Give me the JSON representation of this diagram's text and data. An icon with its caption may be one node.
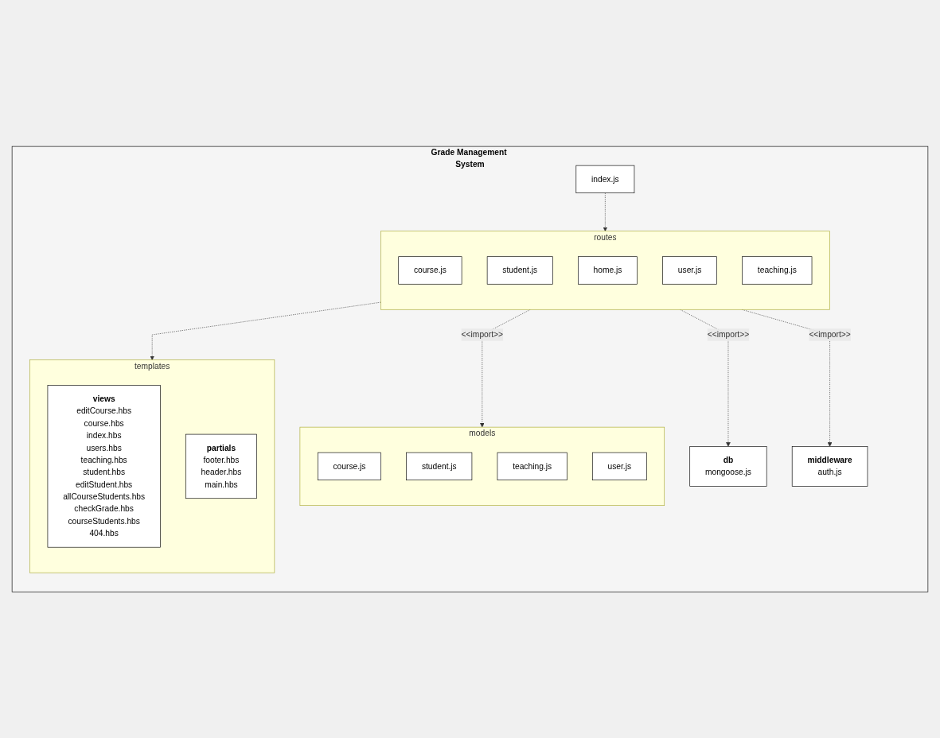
{
  "diagram": {
    "nodes": [
      {
        "text": [
          "Grade Management System"
        ]
      },
      {
        "text": [
          "index.js"
        ],
        "in": 0
      },
      {
        "text": [
          "routes"
        ],
        "in": 0
      },
      {
        "text": [
          "course.js"
        ],
        "in": 2
      },
      {
        "text": [
          "student.js"
        ],
        "in": 2
      },
      {
        "text": [
          "home.js"
        ],
        "in": 2
      },
      {
        "text": [
          "user.js"
        ],
        "in": 2
      },
      {
        "text": [
          "teaching.js"
        ],
        "in": 2
      },
      {
        "text": [
          "models"
        ],
        "in": 0
      },
      {
        "text": [
          "course.js"
        ],
        "in": 8
      },
      {
        "text": [
          "student.js"
        ],
        "in": 8
      },
      {
        "text": [
          "teaching.js"
        ],
        "in": 8
      },
      {
        "text": [
          "user.js"
        ],
        "in": 8
      },
      {
        "text": [
          "db",
          "mongoose.js"
        ],
        "in": 0
      },
      {
        "text": [
          "middleware",
          "auth.js"
        ],
        "in": 0
      },
      {
        "text": [
          "templates"
        ],
        "in": 0
      },
      {
        "text": [
          "views",
          "editCourse.hbs",
          "course.hbs",
          "index.hbs",
          "users.hbs",
          "teaching.hbs",
          "student.hbs",
          "editStudent.hbs",
          "allCourseStudents.hbs",
          "checkGrade.hbs",
          "courseStudents.hbs",
          "404.hbs"
        ],
        "in": 15
      },
      {
        "text": [
          "partials",
          "footer.hbs",
          "header.hbs",
          "main.hbs"
        ],
        "in": 15
      }
    ],
    "edges": [
      {
        "from": 1,
        "to": 2,
        "arrow": "to",
        "style": "dashed"
      },
      {
        "from": 2,
        "to": 8,
        "arrow": "to",
        "style": "dashed",
        "label": "<<import>>"
      },
      {
        "from": 2,
        "to": 13,
        "arrow": "to",
        "style": "dashed",
        "label": "<<import>>"
      },
      {
        "from": 2,
        "to": 14,
        "arrow": "to",
        "style": "dashed",
        "label": "<<import>>"
      },
      {
        "from": 2,
        "to": 15,
        "arrow": "to",
        "style": "dashed"
      }
    ]
  }
}
